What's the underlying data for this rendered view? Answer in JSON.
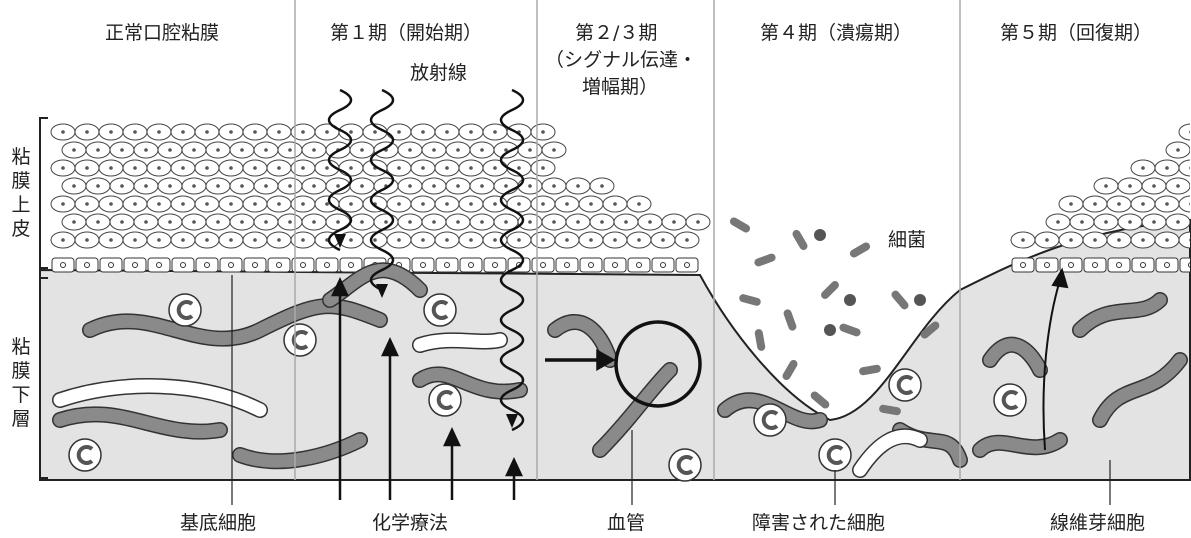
{
  "stages": [
    {
      "title": "正常口腔粘膜"
    },
    {
      "title": "第１期（開始期）"
    },
    {
      "title_line1": "第２/３期",
      "title_line2": "（シグナル伝達・",
      "title_line3": "増幅期）"
    },
    {
      "title": "第４期（潰瘍期）"
    },
    {
      "title": "第５期（回復期）"
    }
  ],
  "layers": {
    "epithelium": "粘膜上皮",
    "submucosa": "粘膜下層"
  },
  "labels": {
    "radiation": "放射線",
    "bacteria": "細菌",
    "basal_cell": "基底細胞",
    "chemotherapy": "化学療法",
    "blood_vessel": "血管",
    "damaged_cell": "障害された細胞",
    "fibroblast": "線維芽細胞"
  },
  "colors": {
    "tissue": "#e3e3e3",
    "vessel": "#8a8a8a",
    "line": "#222222",
    "cell": "#ffffff"
  }
}
